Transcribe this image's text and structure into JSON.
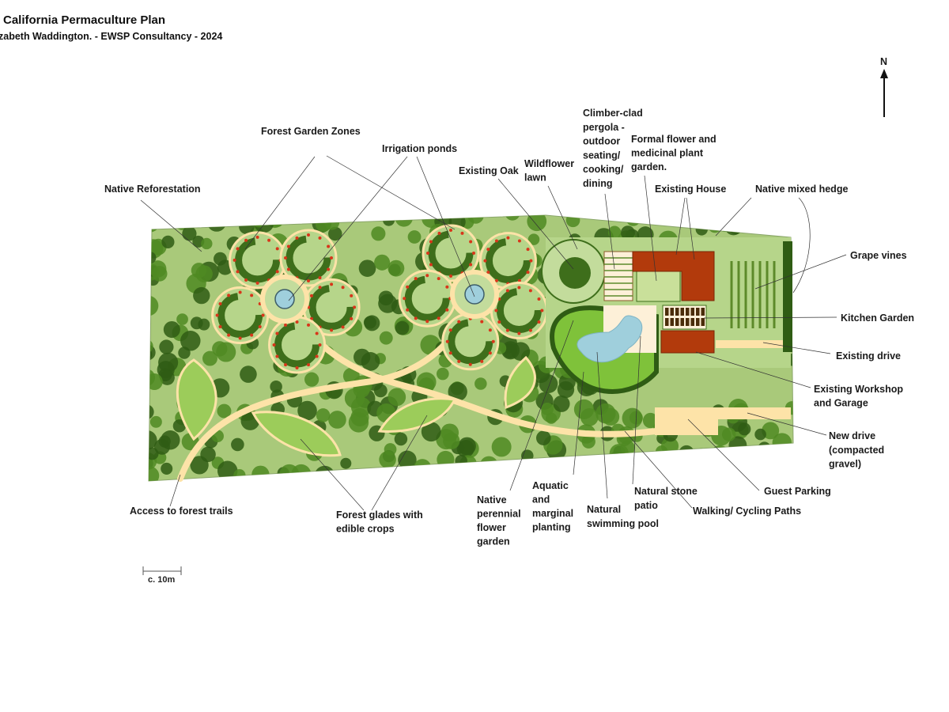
{
  "header": {
    "title": "California Permaculture Plan",
    "subtitle": "zabeth Waddington. - EWSP Consultancy - 2024"
  },
  "north_arrow": {
    "label": "N"
  },
  "scale_bar": {
    "label": "c. 10m"
  },
  "colors": {
    "ground": "#a9c97a",
    "tree_dark": "#2f5c14",
    "tree_mid": "#4f8a22",
    "path": "#fde3a8",
    "water": "#9fcfdc",
    "roof": "#b23a0c",
    "flower": "#d8361a"
  },
  "labels": {
    "native_reforestation": "Native Reforestation",
    "forest_garden_zones": "Forest Garden Zones",
    "irrigation_ponds": "Irrigation ponds",
    "existing_oak": "Existing Oak",
    "wildflower_lawn": [
      "Wildflower",
      "lawn"
    ],
    "pergola": [
      "Climber-clad",
      "pergola -",
      "outdoor",
      "seating/",
      "cooking/",
      "dining"
    ],
    "formal_garden": [
      "Formal flower and",
      "medicinal plant",
      "garden."
    ],
    "existing_house": "Existing House",
    "native_hedge": "Native mixed hedge",
    "grape_vines": "Grape vines",
    "kitchen_garden": "Kitchen Garden",
    "existing_drive": "Existing drive",
    "workshop": [
      "Existing Workshop",
      "and Garage"
    ],
    "new_drive": [
      "New drive",
      "(compacted",
      "gravel)"
    ],
    "guest_parking": "Guest Parking",
    "walking_paths": "Walking/ Cycling Paths",
    "stone_patio": [
      "Natural stone",
      "patio"
    ],
    "swimming_pool": [
      "Natural",
      "swimming pool"
    ],
    "aquatic": [
      "Aquatic",
      "and",
      "marginal",
      "planting"
    ],
    "perennial": [
      "Native",
      "perennial",
      "flower",
      "garden"
    ],
    "forest_glades": [
      "Forest glades with",
      "edible crops"
    ],
    "forest_trails": "Access to forest trails"
  }
}
